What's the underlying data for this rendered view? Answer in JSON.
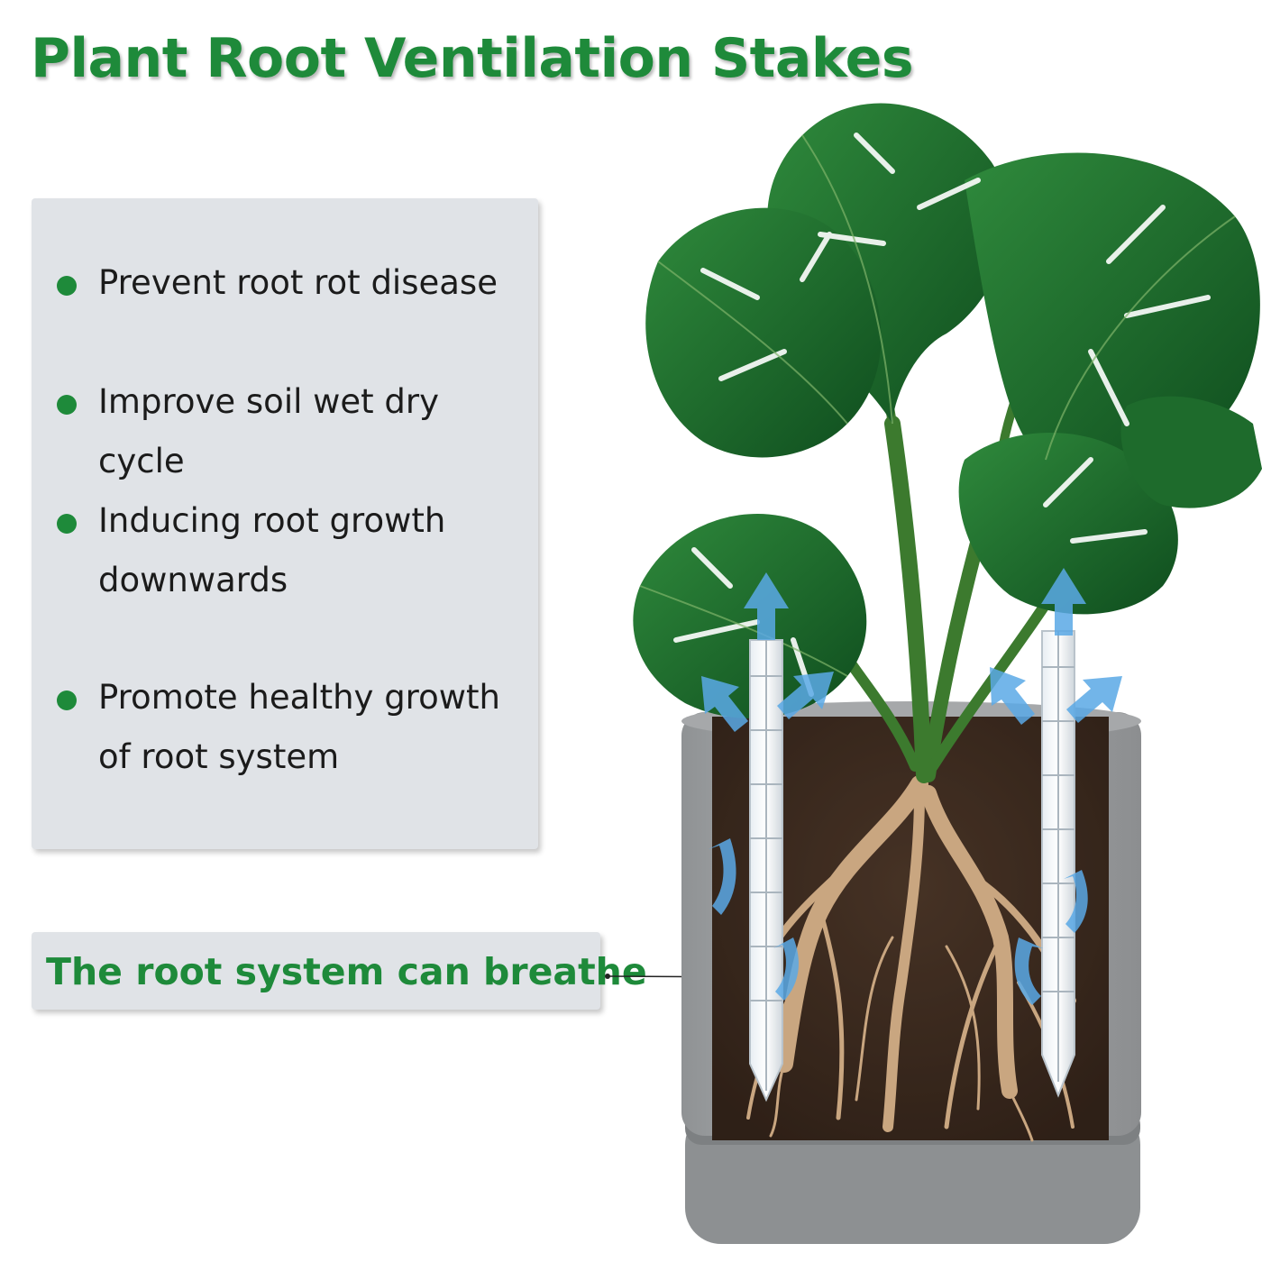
{
  "title": "Plant Root Ventilation Stakes",
  "features": [
    {
      "text": "Prevent root rot disease"
    },
    {
      "text": "Improve soil wet dry cycle"
    },
    {
      "text": "Inducing root growth downwards"
    },
    {
      "text": "Promote healthy growth of root system"
    }
  ],
  "callout": {
    "text": "The root system can breathe"
  },
  "colors": {
    "accent_green": "#1e8a3a",
    "panel_gray": "#e0e3e7",
    "pot_gray": "#9a9c9e",
    "soil_brown": "#3b2a20",
    "airflow_blue": "#5aa9e6"
  },
  "icons": {
    "bullet": "green-dot-icon",
    "airflow": "blue-arrow-icon"
  }
}
